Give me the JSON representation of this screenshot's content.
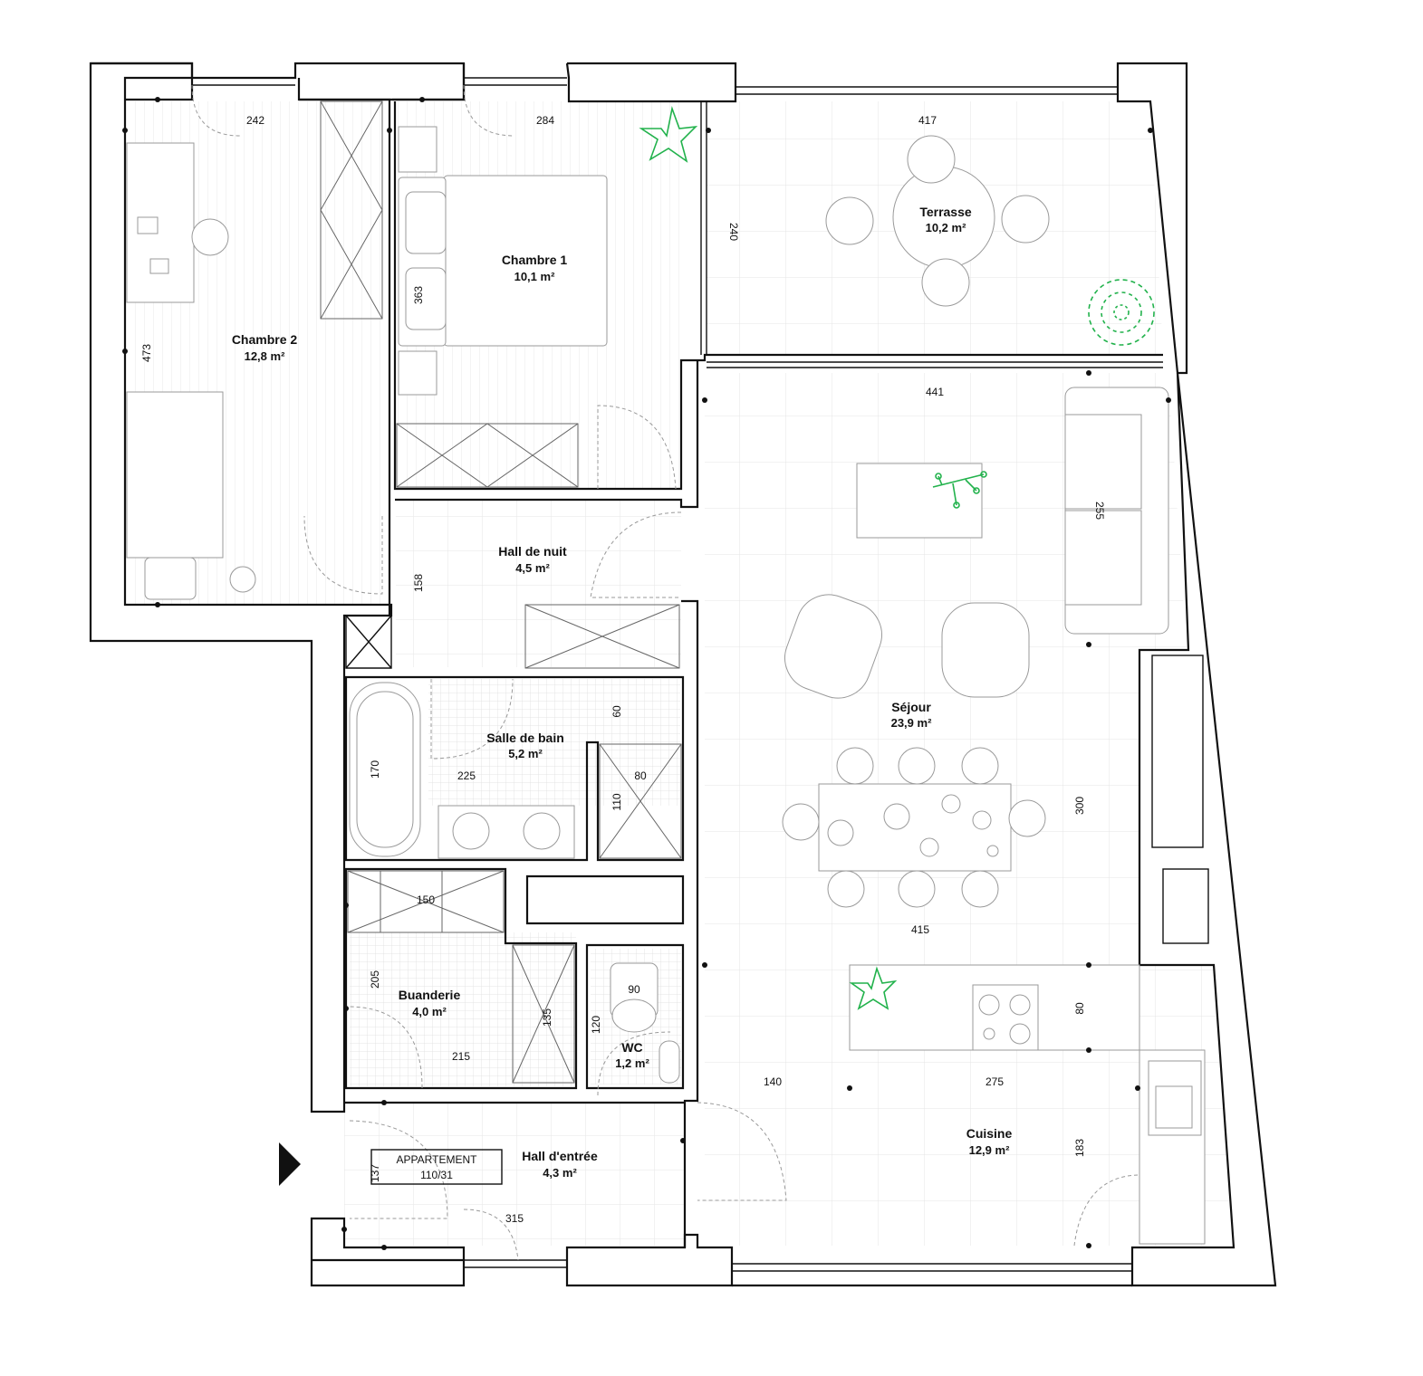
{
  "rooms": {
    "chambre2": {
      "name": "Chambre 2",
      "area": "12,8 m²"
    },
    "chambre1": {
      "name": "Chambre 1",
      "area": "10,1 m²"
    },
    "terrasse": {
      "name": "Terrasse",
      "area": "10,2 m²"
    },
    "hall_nuit": {
      "name": "Hall de nuit",
      "area": "4,5 m²"
    },
    "sejour": {
      "name": "Séjour",
      "area": "23,9 m²"
    },
    "salle_bain": {
      "name": "Salle de bain",
      "area": "5,2 m²"
    },
    "buanderie": {
      "name": "Buanderie",
      "area": "4,0 m²"
    },
    "wc": {
      "name": "WC",
      "area": "1,2 m²"
    },
    "hall_entree": {
      "name": "Hall d'entrée",
      "area": "4,3 m²"
    },
    "cuisine": {
      "name": "Cuisine",
      "area": "12,9 m²"
    }
  },
  "label_box": {
    "line1": "APPARTEMENT",
    "line2": "110/31"
  },
  "dimensions": {
    "d242": "242",
    "d284": "284",
    "d417": "417",
    "d240": "240",
    "d473": "473",
    "d363": "363",
    "d441": "441",
    "d255": "255",
    "d158": "158",
    "d60": "60",
    "d170": "170",
    "d225": "225",
    "d80a": "80",
    "d110": "110",
    "d300": "300",
    "d150": "150",
    "d415": "415",
    "d205": "205",
    "d90": "90",
    "d135": "135",
    "d120": "120",
    "d215": "215",
    "d80b": "80",
    "d140": "140",
    "d275": "275",
    "d137": "137",
    "d183": "183",
    "d315": "315"
  },
  "colors": {
    "walls": "#111111",
    "plants": "#22b24c",
    "furniture": "#9a9a9a"
  }
}
